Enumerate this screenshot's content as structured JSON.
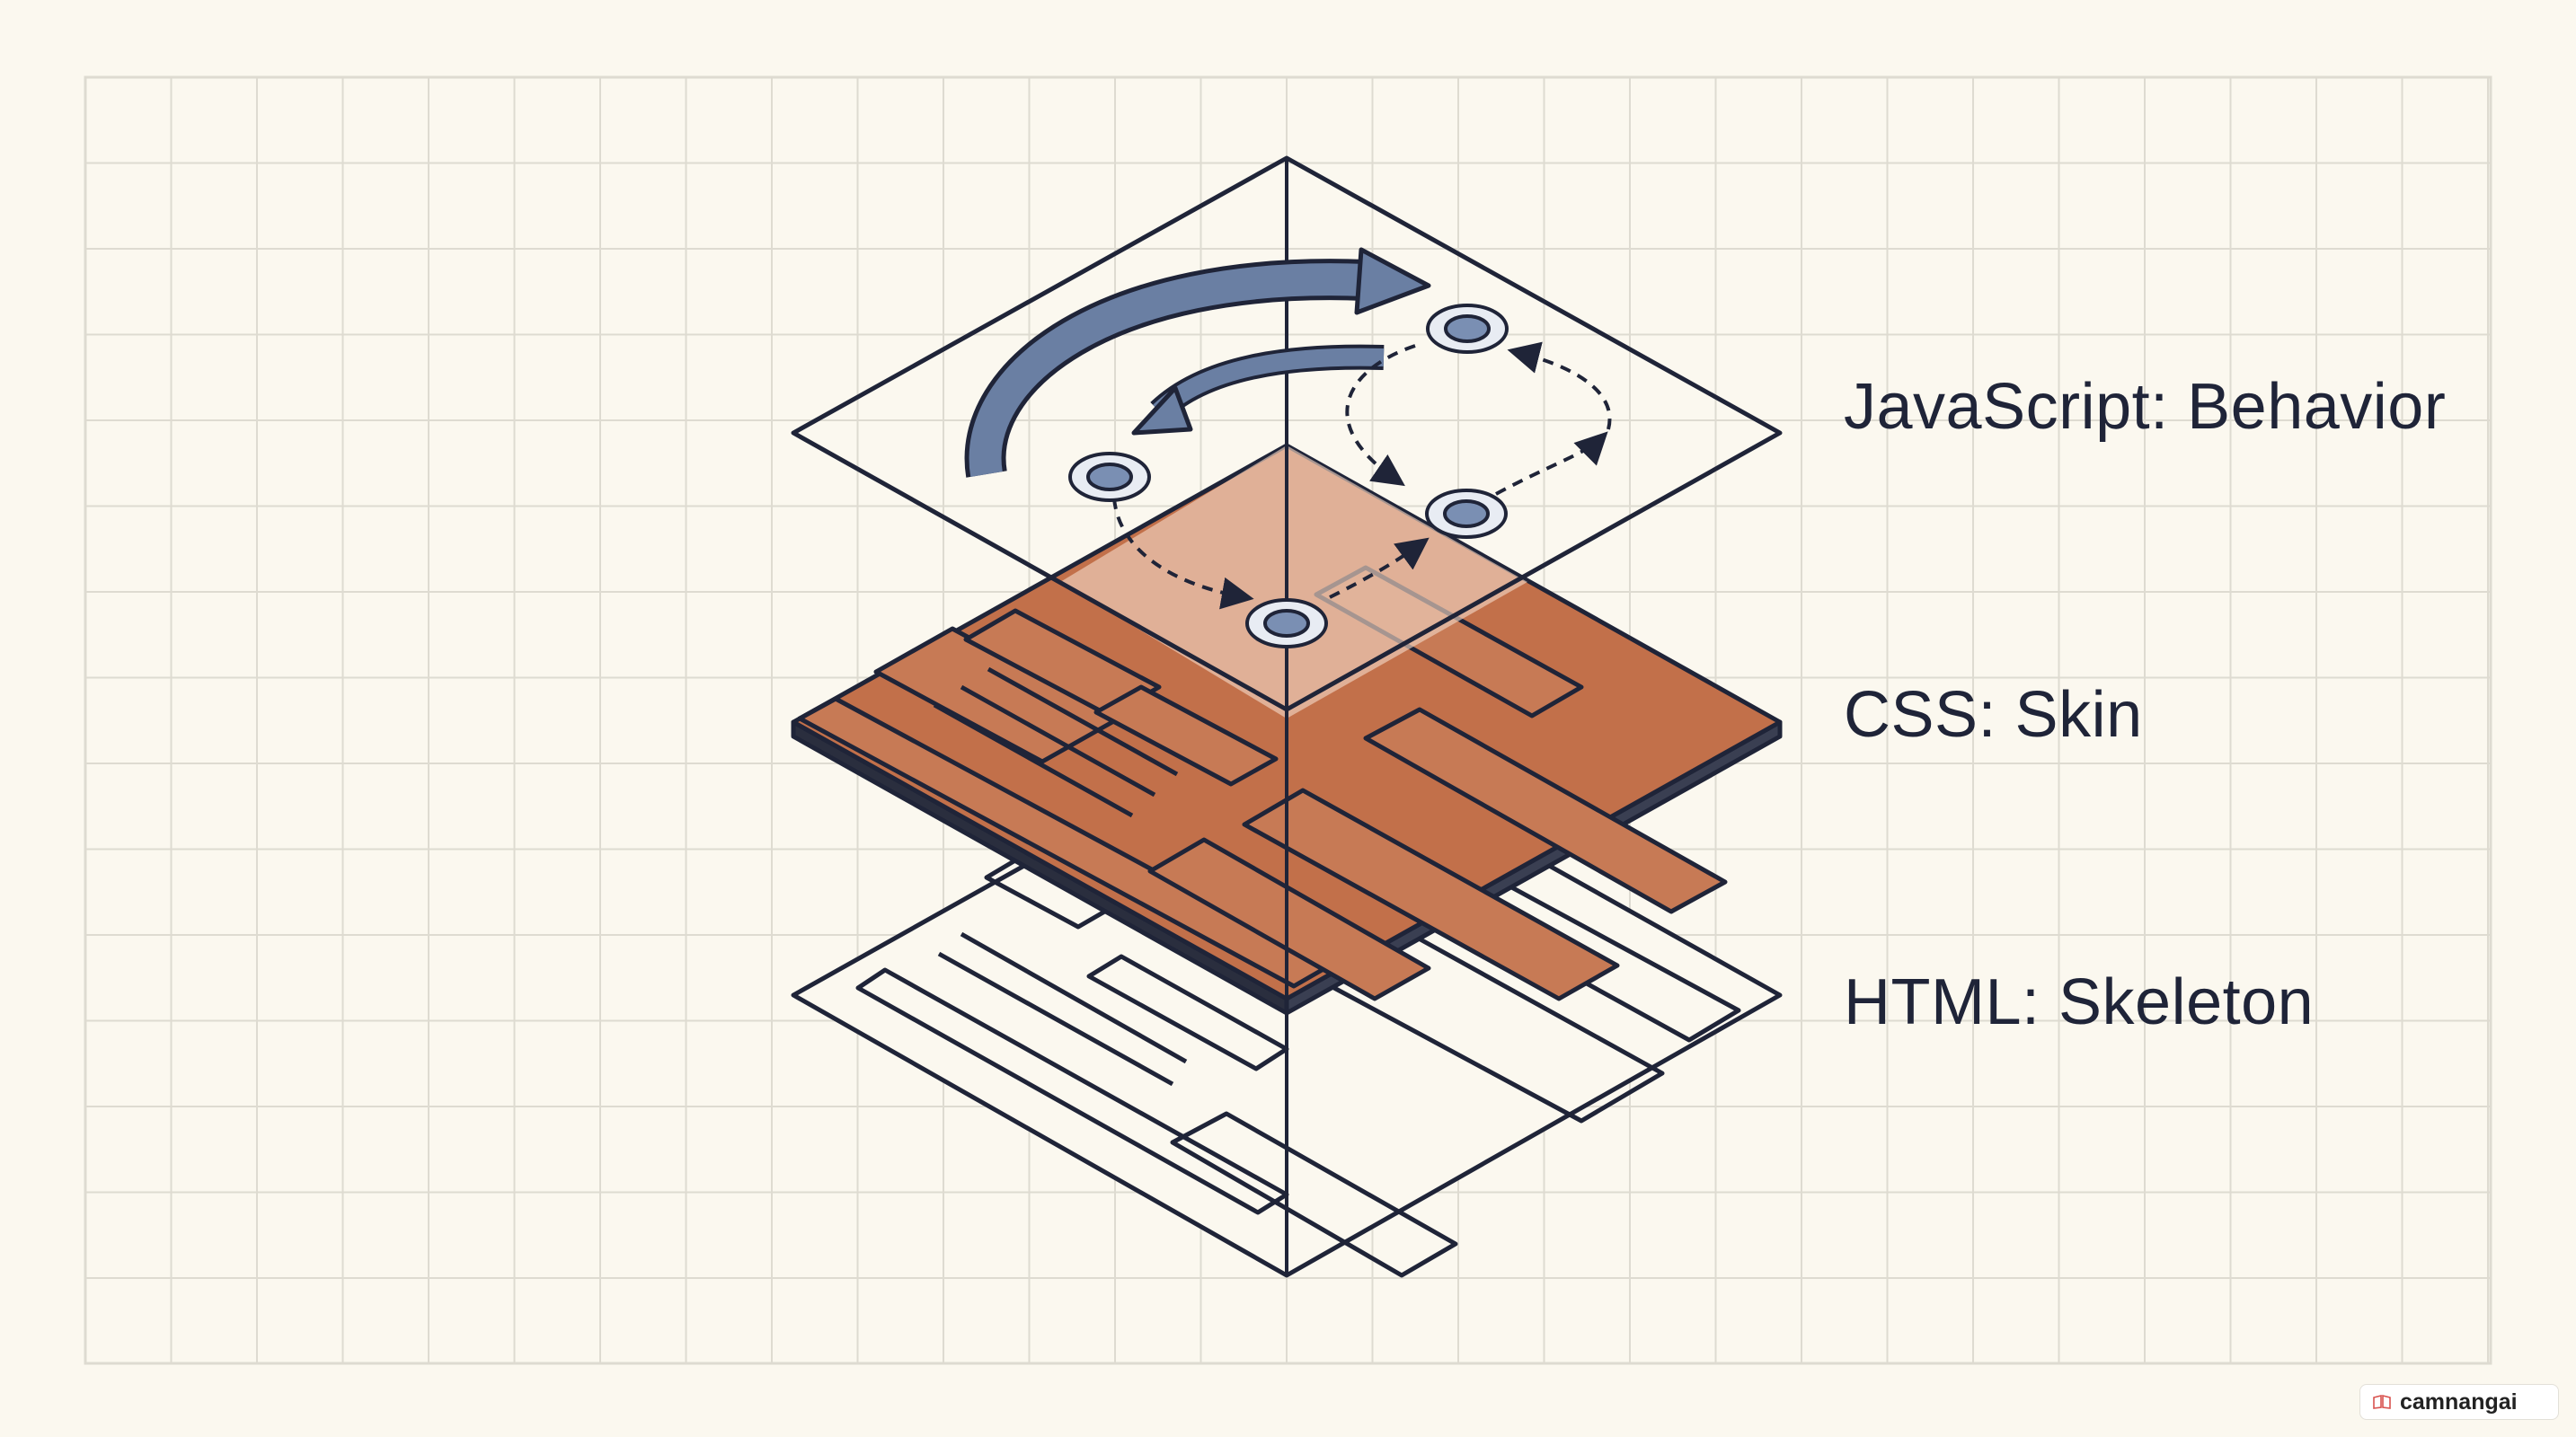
{
  "layers": [
    {
      "id": "js",
      "label": "JavaScript: Behavior"
    },
    {
      "id": "css",
      "label": "CSS: Skin"
    },
    {
      "id": "html",
      "label": "HTML: Skeleton"
    }
  ],
  "colors": {
    "background": "#fbf8ef",
    "grid": "#dedbd1",
    "outline": "#1f2438",
    "css_fill": "#c2704a",
    "css_fill_light": "#e0b59c",
    "arrow_blue": "#6a7fa3",
    "node_blue": "#7a8fb3"
  },
  "watermark": {
    "text": "camnangai",
    "icon": "book-icon"
  }
}
